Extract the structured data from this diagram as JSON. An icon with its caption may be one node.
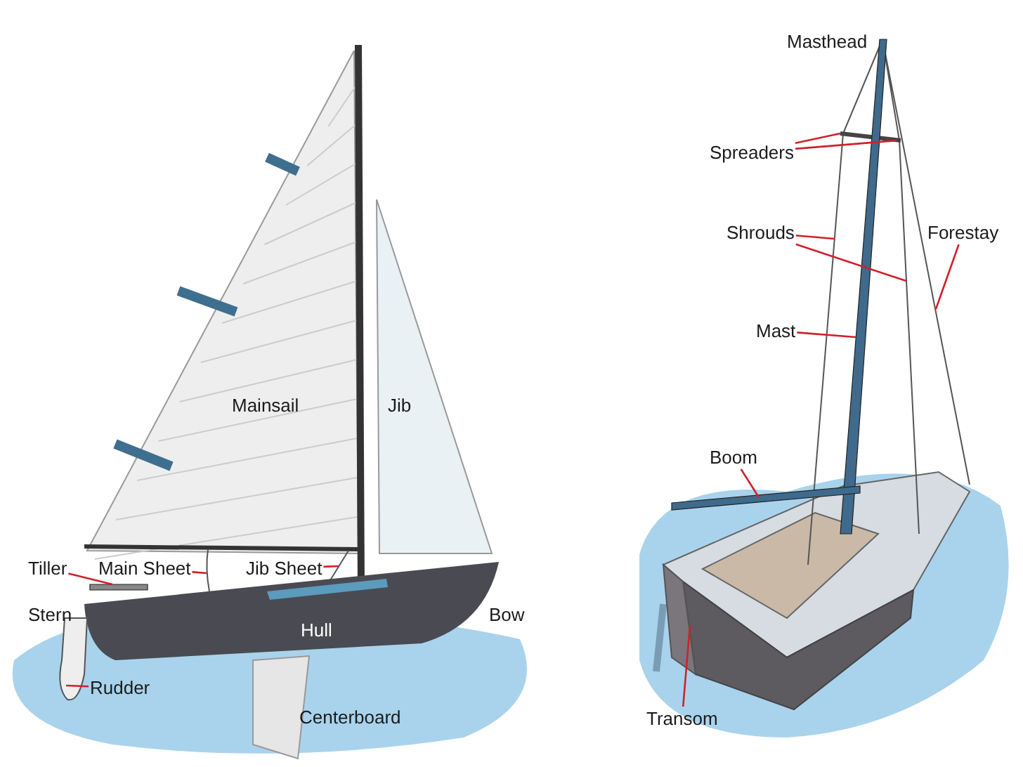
{
  "diagram": {
    "nodes": [
      {
        "text": [
          "Tiller"
        ]
      },
      {
        "text": [
          "Main Sheet"
        ]
      },
      {
        "text": [
          "Jib Sheet"
        ]
      },
      {
        "text": [
          "Rudder"
        ]
      },
      {
        "text": [
          "Spreaders"
        ]
      },
      {
        "text": [
          "Shrouds"
        ]
      },
      {
        "text": [
          "Forestay"
        ]
      },
      {
        "text": [
          "Mast"
        ]
      },
      {
        "text": [
          "Boom"
        ]
      },
      {
        "text": [
          "Transom"
        ]
      },
      {
        "text": [],
        "shape": "bar"
      },
      {
        "text": [],
        "shape": "picture"
      },
      {
        "text": [],
        "shape": "bar"
      },
      {
        "text": [],
        "shape": "bar"
      },
      {
        "text": [],
        "shape": "picture"
      }
    ],
    "edges": [
      {
        "from": 0,
        "to": 10,
        "arrow": "none"
      },
      {
        "from": 1,
        "to": null,
        "arrow": "none"
      },
      {
        "from": 2,
        "to": null,
        "arrow": "none"
      },
      {
        "from": 3,
        "to": 11,
        "arrow": "none"
      },
      {
        "from": 4,
        "to": null,
        "arrow": "none"
      },
      {
        "from": 4,
        "to": null,
        "arrow": "none"
      },
      {
        "from": 5,
        "to": null,
        "arrow": "none"
      },
      {
        "from": 5,
        "to": null,
        "arrow": "none"
      },
      {
        "from": 6,
        "to": null,
        "arrow": "none"
      },
      {
        "from": 7,
        "to": 12,
        "arrow": "none"
      },
      {
        "from": 8,
        "to": 13,
        "arrow": "none"
      },
      {
        "from": 9,
        "to": 14,
        "arrow": "none"
      }
    ],
    "labels": [
      "Masthead",
      "Mainsail",
      "Jib",
      "Stern",
      "Bow",
      "Hull",
      "Centerboard"
    ]
  }
}
